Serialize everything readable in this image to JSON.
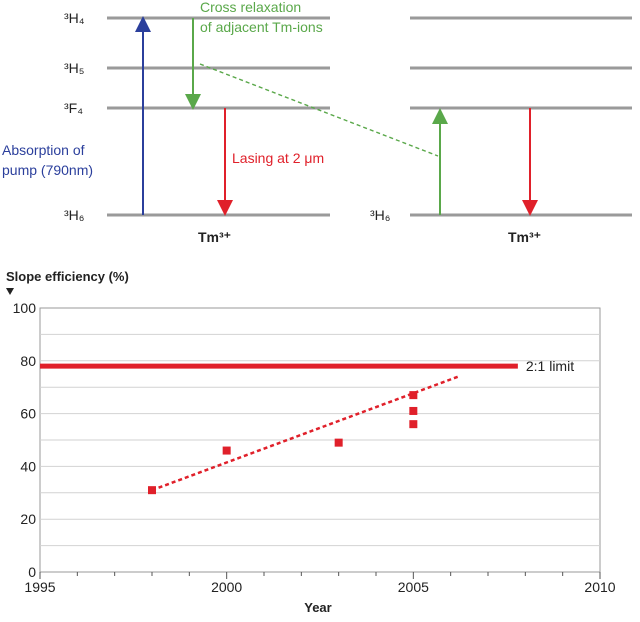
{
  "energy_diagram": {
    "levels": [
      "³H₄",
      "³H₅",
      "³F₄",
      "³H₆"
    ],
    "right_ground_level": "³H₆",
    "ion_left": "Tm³⁺",
    "ion_right": "Tm³⁺",
    "cross_relaxation_line1": "Cross relaxation",
    "cross_relaxation_line2": "of adjacent Tm-ions",
    "absorption_line1": "Absorption of",
    "absorption_line2": "pump (790nm)",
    "lasing_label": "Lasing at 2 μm",
    "colors": {
      "pump": "#2b3f9c",
      "lasing": "#e0202a",
      "cross": "#5aa84a",
      "level": "#999999"
    }
  },
  "chart_data": {
    "type": "scatter",
    "ylabel": "Slope efficiency (%)",
    "xlabel": "Year",
    "xlim": [
      1995,
      2010
    ],
    "ylim": [
      0,
      100
    ],
    "x_ticks": [
      1995,
      2000,
      2005,
      2010
    ],
    "y_ticks": [
      0,
      20,
      40,
      60,
      80,
      100
    ],
    "grid": true,
    "series": [
      {
        "points": [
          [
            1998,
            31
          ],
          [
            2000,
            46
          ],
          [
            2003,
            49
          ],
          [
            2005,
            56
          ],
          [
            2005,
            61
          ],
          [
            2005,
            67
          ]
        ]
      }
    ],
    "trendline": {
      "from": [
        1998,
        31
      ],
      "to": [
        2006.2,
        74
      ]
    },
    "limit_line": {
      "y": 78,
      "x_end": 2007.8,
      "label": "2:1 limit"
    },
    "color": "#e0202a"
  }
}
